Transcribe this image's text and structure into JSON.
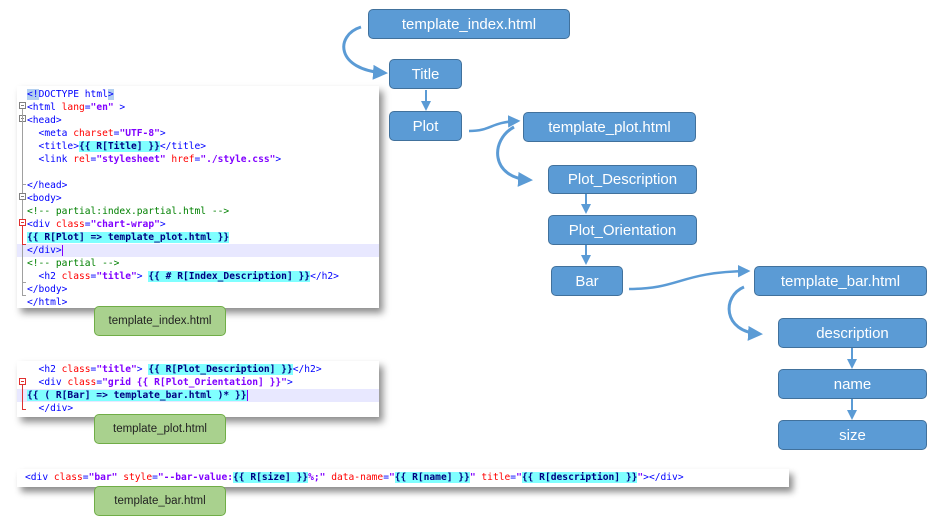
{
  "code_panels": {
    "index": {
      "label": "template_index.html",
      "lines": [
        [
          {
            "c": "sel",
            "t": "<!"
          },
          {
            "c": "t",
            "t": "DOCTYPE html"
          },
          {
            "c": "sel",
            "t": ">"
          }
        ],
        [
          {
            "c": "t",
            "t": "<html "
          },
          {
            "c": "a",
            "t": "lang"
          },
          {
            "c": "t",
            "t": "="
          },
          {
            "c": "v",
            "t": "\"en\""
          },
          {
            "c": "t",
            "t": " >"
          }
        ],
        [
          {
            "c": "t",
            "t": "<head>"
          }
        ],
        [
          {
            "c": "t",
            "t": "  <meta "
          },
          {
            "c": "a",
            "t": "charset"
          },
          {
            "c": "t",
            "t": "="
          },
          {
            "c": "v",
            "t": "\"UTF-8\""
          },
          {
            "c": "t",
            "t": ">"
          }
        ],
        [
          {
            "c": "t",
            "t": "  <title>"
          },
          {
            "c": "hl",
            "t": "{{ R[Title] }}"
          },
          {
            "c": "t",
            "t": "</title>"
          }
        ],
        [
          {
            "c": "t",
            "t": "  <link "
          },
          {
            "c": "a",
            "t": "rel"
          },
          {
            "c": "t",
            "t": "="
          },
          {
            "c": "v",
            "t": "\"stylesheet\""
          },
          {
            "c": "t",
            "t": " "
          },
          {
            "c": "a",
            "t": "href"
          },
          {
            "c": "t",
            "t": "="
          },
          {
            "c": "v",
            "t": "\"./style.css\""
          },
          {
            "c": "t",
            "t": ">"
          }
        ],
        [],
        [
          {
            "c": "t",
            "t": "</head>"
          }
        ],
        [
          {
            "c": "t",
            "t": "<body>"
          }
        ],
        [
          {
            "c": "c",
            "t": "<!-- partial:index.partial.html -->"
          }
        ],
        [
          {
            "c": "t",
            "t": "<div "
          },
          {
            "c": "a",
            "t": "class"
          },
          {
            "c": "t",
            "t": "="
          },
          {
            "c": "v",
            "t": "\"chart-wrap\""
          },
          {
            "c": "t",
            "t": ">"
          }
        ],
        [
          {
            "c": "hl",
            "t": "{{ R[Plot] => template_plot.html }}"
          }
        ],
        [
          {
            "c": "t",
            "t": "</div>"
          }
        ],
        [
          {
            "c": "c",
            "t": "<!-- partial -->"
          }
        ],
        [
          {
            "c": "t",
            "t": "  <h2 "
          },
          {
            "c": "a",
            "t": "class"
          },
          {
            "c": "t",
            "t": "="
          },
          {
            "c": "v",
            "t": "\"title\""
          },
          {
            "c": "t",
            "t": "> "
          },
          {
            "c": "hl",
            "t": "{{ # R[Index_Description] }}"
          },
          {
            "c": "t",
            "t": "</h2>"
          }
        ],
        [
          {
            "c": "t",
            "t": "</body>"
          }
        ],
        [
          {
            "c": "t",
            "t": "</html>"
          }
        ]
      ]
    },
    "plot": {
      "label": "template_plot.html",
      "lines": [
        [
          {
            "c": "t",
            "t": "  <h2 "
          },
          {
            "c": "a",
            "t": "class"
          },
          {
            "c": "t",
            "t": "="
          },
          {
            "c": "v",
            "t": "\"title\""
          },
          {
            "c": "t",
            "t": "> "
          },
          {
            "c": "hl",
            "t": "{{ R[Plot_Description] }}"
          },
          {
            "c": "t",
            "t": "</h2>"
          }
        ],
        [
          {
            "c": "t",
            "t": "  <div "
          },
          {
            "c": "a",
            "t": "class"
          },
          {
            "c": "t",
            "t": "="
          },
          {
            "c": "v",
            "t": "\"grid {{ R[Plot_Orientation] }}\""
          },
          {
            "c": "t",
            "t": ">"
          }
        ],
        [
          {
            "c": "hl",
            "t": "{{ ( R[Bar] => template_bar.html )* }}"
          }
        ],
        [
          {
            "c": "t",
            "t": "  </div>"
          }
        ]
      ]
    },
    "bar": {
      "label": "template_bar.html",
      "lines": [
        [
          {
            "c": "t",
            "t": "<div "
          },
          {
            "c": "a",
            "t": "class"
          },
          {
            "c": "t",
            "t": "="
          },
          {
            "c": "v",
            "t": "\"bar\""
          },
          {
            "c": "t",
            "t": " "
          },
          {
            "c": "a",
            "t": "style"
          },
          {
            "c": "t",
            "t": "="
          },
          {
            "c": "v",
            "t": "\"--bar-value:"
          },
          {
            "c": "hl",
            "t": "{{ R[size] }}"
          },
          {
            "c": "v",
            "t": "%;\""
          },
          {
            "c": "t",
            "t": " "
          },
          {
            "c": "a",
            "t": "data-name"
          },
          {
            "c": "t",
            "t": "="
          },
          {
            "c": "v",
            "t": "\""
          },
          {
            "c": "hl",
            "t": "{{ R[name] }}"
          },
          {
            "c": "v",
            "t": "\""
          },
          {
            "c": "t",
            "t": " "
          },
          {
            "c": "a",
            "t": "title"
          },
          {
            "c": "t",
            "t": "="
          },
          {
            "c": "v",
            "t": "\""
          },
          {
            "c": "hl",
            "t": "{{ R[description] }}"
          },
          {
            "c": "v",
            "t": "\""
          },
          {
            "c": "t",
            "t": "></div>"
          }
        ]
      ]
    }
  },
  "flow": {
    "index_chain": {
      "root": "template_index.html",
      "children": [
        "Title",
        "Plot"
      ]
    },
    "plot_chain": {
      "root": "template_plot.html",
      "children": [
        "Plot_Description",
        "Plot_Orientation",
        "Bar"
      ]
    },
    "bar_chain": {
      "root": "template_bar.html",
      "children": [
        "description",
        "name",
        "size"
      ]
    }
  },
  "colors": {
    "flow_box": "#5b9bd5",
    "flow_border": "#41719c",
    "arrow": "#5b9bd5",
    "label_green": "#a9d18e",
    "highlight": "#80ffff"
  }
}
